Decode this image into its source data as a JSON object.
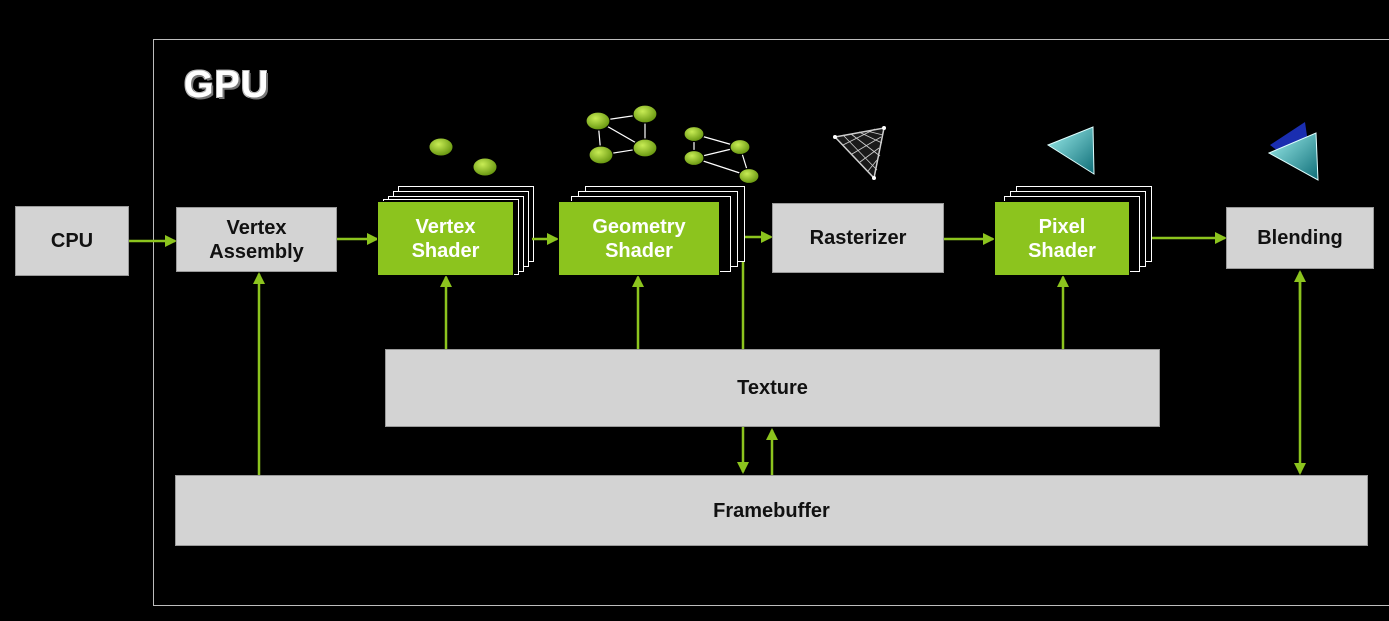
{
  "title": "GPU",
  "nodes": {
    "cpu": "CPU",
    "vertex_assembly": "Vertex\nAssembly",
    "vertex_shader": "Vertex\nShader",
    "geometry_shader": "Geometry\nShader",
    "rasterizer": "Rasterizer",
    "pixel_shader": "Pixel\nShader",
    "blending": "Blending",
    "texture": "Texture",
    "framebuffer": "Framebuffer"
  },
  "colors": {
    "accent_green": "#8cc41e",
    "box_gray": "#d3d3d3",
    "background": "#000000"
  },
  "icons": [
    "vertices-icon",
    "geometry-graph-icon",
    "geometry-graph-small-icon",
    "rasterized-triangle-icon",
    "shaded-triangle-icon",
    "blended-triangle-icon"
  ]
}
